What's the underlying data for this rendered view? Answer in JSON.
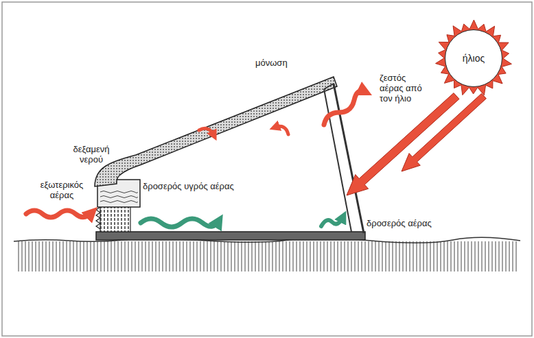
{
  "diagram": {
    "nodes": [
      {
        "text": [
          "ήλιος"
        ]
      }
    ],
    "labels": [
      "ζεστός αέρας από τον ήλιο",
      "μόνωση",
      "δεξαμενή νερού",
      "εξωτερικός αέρας",
      "δροσερός υγρός αέρας",
      "δροσερός αέρας"
    ]
  }
}
